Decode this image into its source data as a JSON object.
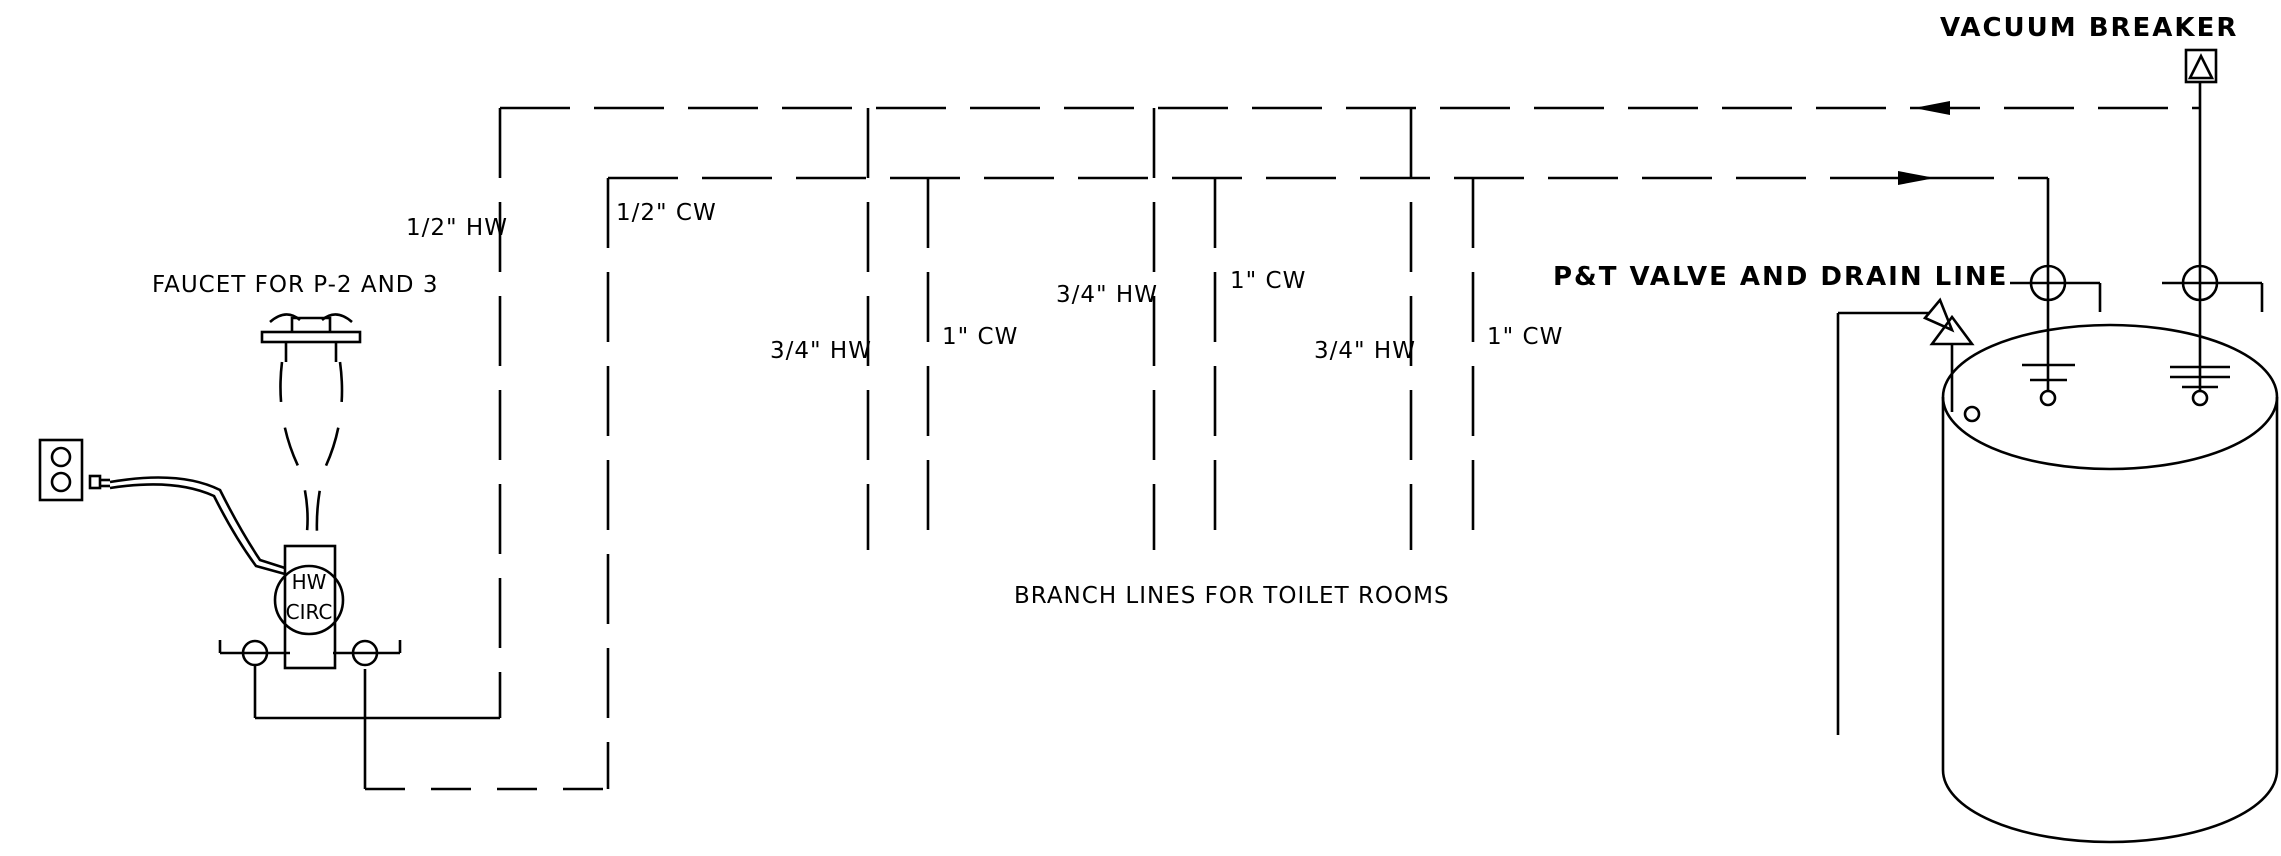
{
  "labels": {
    "vacuum_breaker": "VACUUM BREAKER",
    "pt_valve": "P&T VALVE AND DRAIN LINE",
    "faucet": "FAUCET FOR P-2 AND 3",
    "branch_lines": "BRANCH LINES FOR TOILET ROOMS",
    "hw_main": "1/2\" HW",
    "cw_main": "1/2\" CW",
    "hw_branch_1": "3/4\" HW",
    "cw_branch_1": "1\" CW",
    "hw_branch_2": "3/4\" HW",
    "cw_branch_2": "1\" CW",
    "hw_branch_3": "3/4\" HW",
    "cw_branch_3": "1\" CW",
    "pump_line1": "HW",
    "pump_line2": "CIRC"
  }
}
